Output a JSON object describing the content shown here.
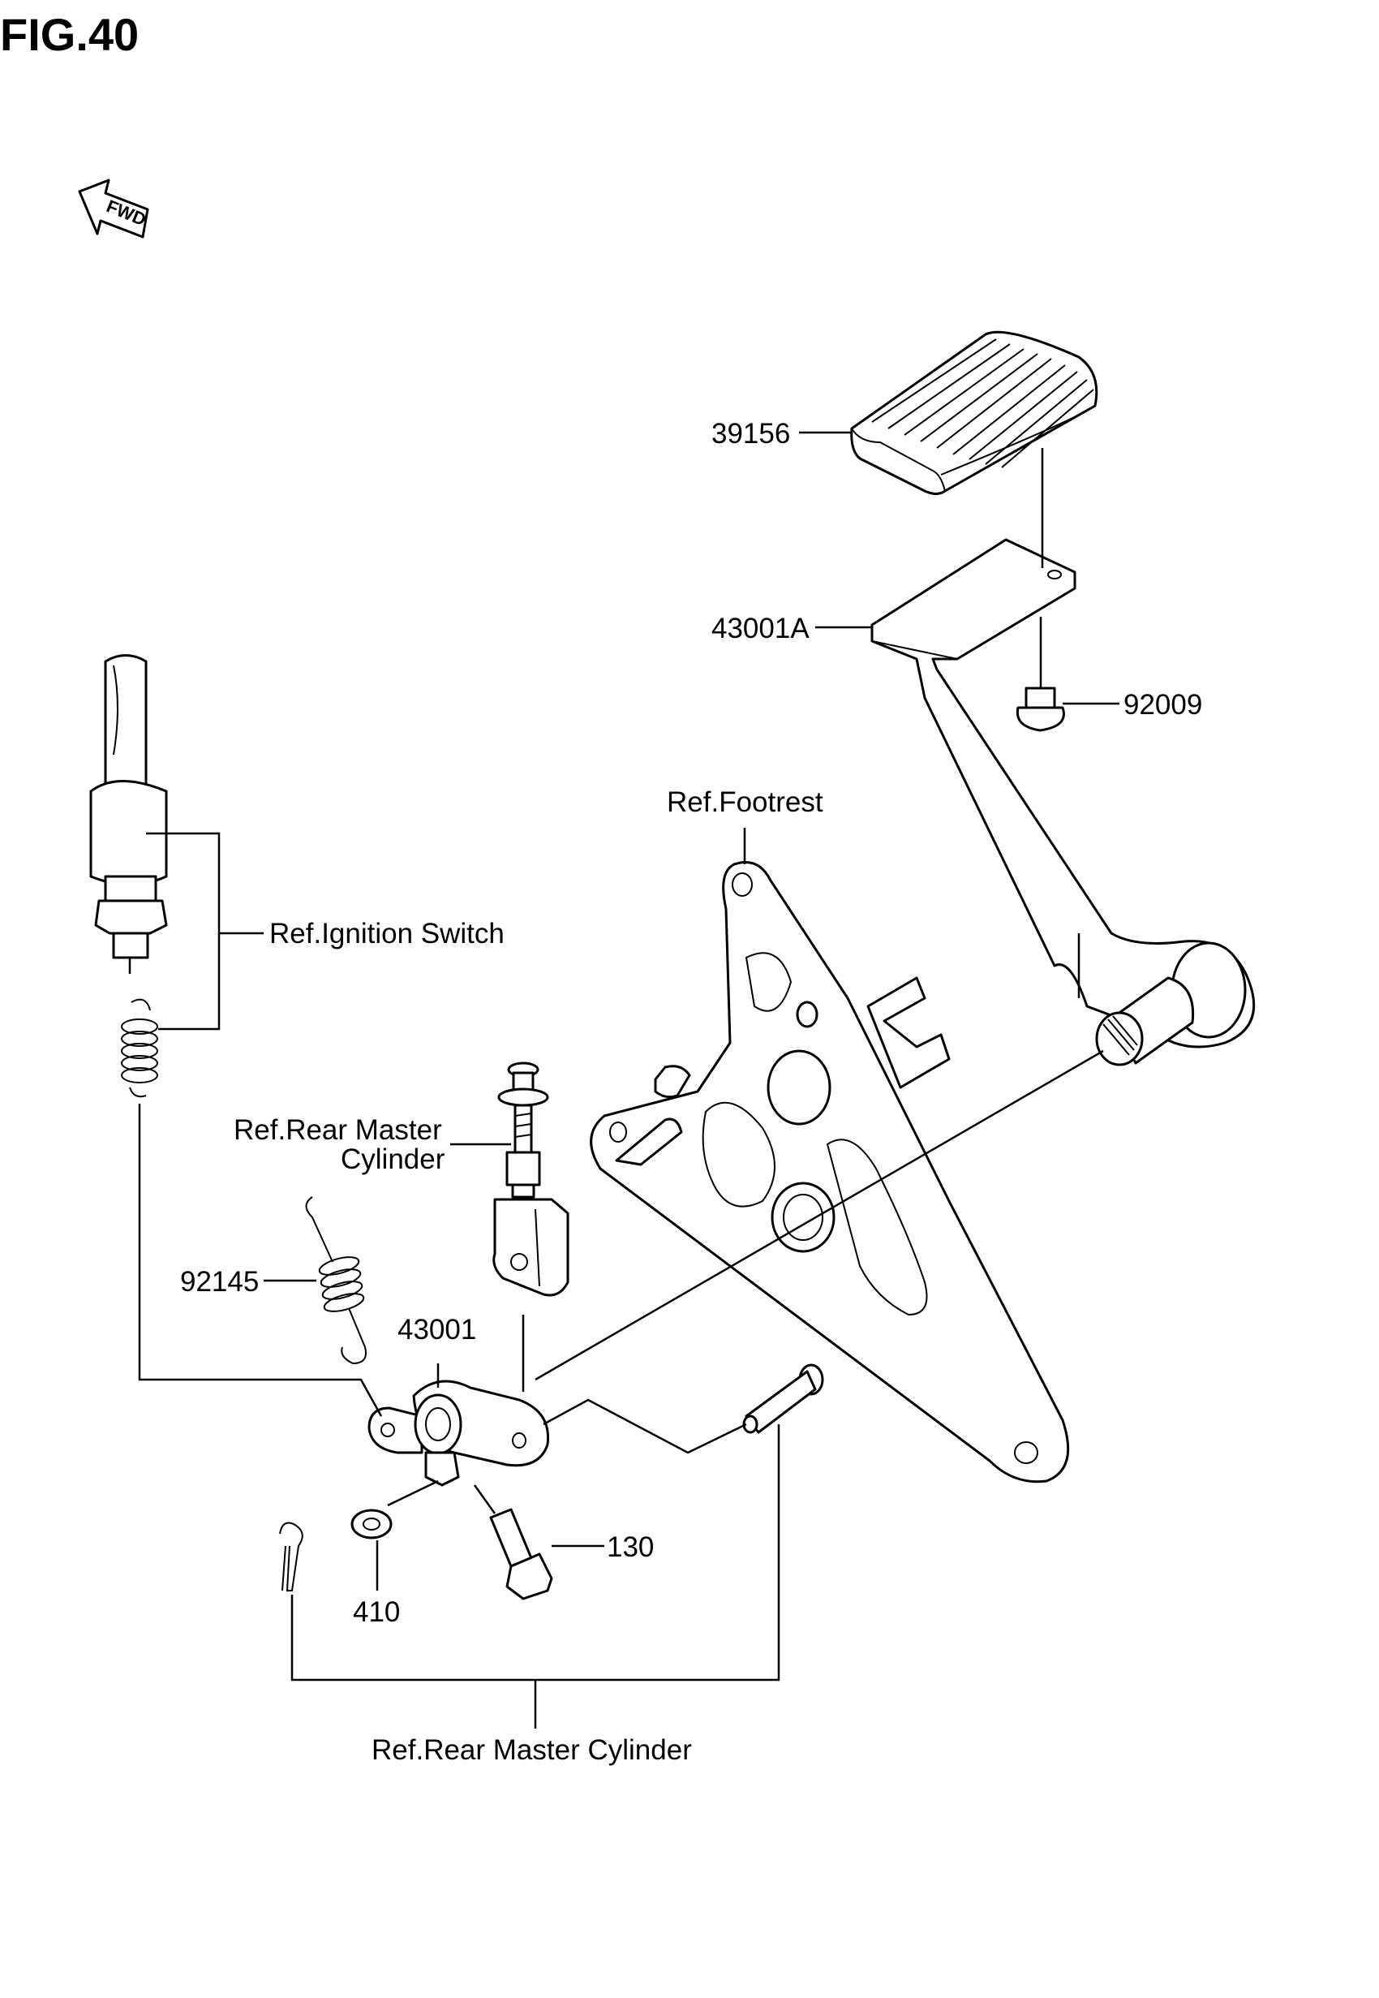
{
  "figure": {
    "title": "FIG.40",
    "fwd_label": "FWD"
  },
  "callouts": {
    "c39156": "39156",
    "c43001A": "43001A",
    "c92009": "92009",
    "ref_footrest": "Ref.Footrest",
    "ref_ignition": "Ref.Ignition Switch",
    "ref_rear_master_l1": "Ref.Rear Master",
    "ref_rear_master_l2": "Cylinder",
    "c92145": "92145",
    "c43001": "43001",
    "c130": "130",
    "c410": "410",
    "ref_rear_master_bottom": "Ref.Rear Master Cylinder"
  }
}
